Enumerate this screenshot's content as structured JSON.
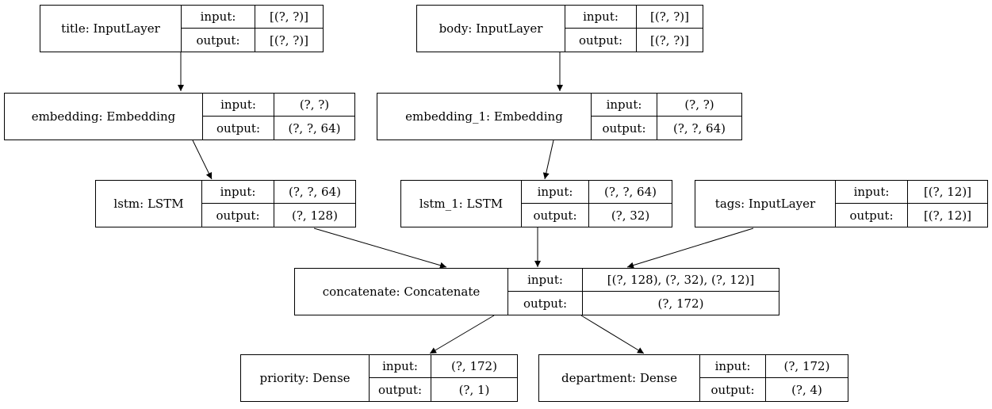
{
  "diagram": {
    "type": "keras-model-plot",
    "background_color": "#ffffff",
    "border_color": "#000000",
    "text_color": "#000000"
  },
  "labels": {
    "input": "input:",
    "output": "output:"
  },
  "nodes": [
    {
      "id": "title",
      "label": "title: InputLayer",
      "input": "[(?, ?)]",
      "output": "[(?, ?)]"
    },
    {
      "id": "body",
      "label": "body: InputLayer",
      "input": "[(?, ?)]",
      "output": "[(?, ?)]"
    },
    {
      "id": "embedding",
      "label": "embedding: Embedding",
      "input": "(?, ?)",
      "output": "(?, ?, 64)"
    },
    {
      "id": "embedding_1",
      "label": "embedding_1: Embedding",
      "input": "(?, ?)",
      "output": "(?, ?, 64)"
    },
    {
      "id": "lstm",
      "label": "lstm: LSTM",
      "input": "(?, ?, 64)",
      "output": "(?, 128)"
    },
    {
      "id": "lstm_1",
      "label": "lstm_1: LSTM",
      "input": "(?, ?, 64)",
      "output": "(?, 32)"
    },
    {
      "id": "tags",
      "label": "tags: InputLayer",
      "input": "[(?, 12)]",
      "output": "[(?, 12)]"
    },
    {
      "id": "concatenate",
      "label": "concatenate: Concatenate",
      "input": "[(?, 128), (?, 32), (?, 12)]",
      "output": "(?, 172)"
    },
    {
      "id": "priority",
      "label": "priority: Dense",
      "input": "(?, 172)",
      "output": "(?, 1)"
    },
    {
      "id": "department",
      "label": "department: Dense",
      "input": "(?, 172)",
      "output": "(?, 4)"
    }
  ],
  "edges": [
    {
      "from": "title",
      "to": "embedding"
    },
    {
      "from": "body",
      "to": "embedding_1"
    },
    {
      "from": "embedding",
      "to": "lstm"
    },
    {
      "from": "embedding_1",
      "to": "lstm_1"
    },
    {
      "from": "lstm",
      "to": "concatenate"
    },
    {
      "from": "lstm_1",
      "to": "concatenate"
    },
    {
      "from": "tags",
      "to": "concatenate"
    },
    {
      "from": "concatenate",
      "to": "priority"
    },
    {
      "from": "concatenate",
      "to": "department"
    }
  ]
}
